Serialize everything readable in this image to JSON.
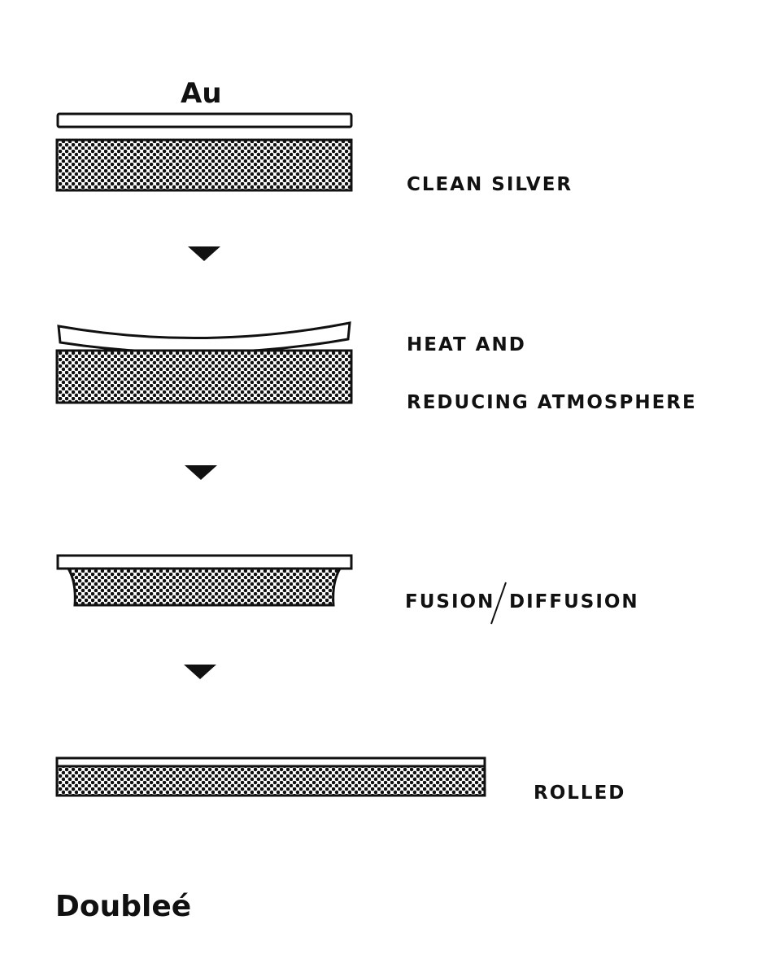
{
  "layer_label": "Au",
  "steps": [
    {
      "label": "CLEAN SILVER"
    },
    {
      "label_line1": "HEAT AND",
      "label_line2": "REDUCING ATMOSPHERE"
    },
    {
      "label_left": "FUSION",
      "label_right": "DIFFUSION"
    },
    {
      "label": "ROLLED"
    }
  ],
  "title": "Doubleé",
  "colors": {
    "ink": "#111111",
    "background": "#ffffff",
    "gold_layer_fill": "#ffffff"
  }
}
